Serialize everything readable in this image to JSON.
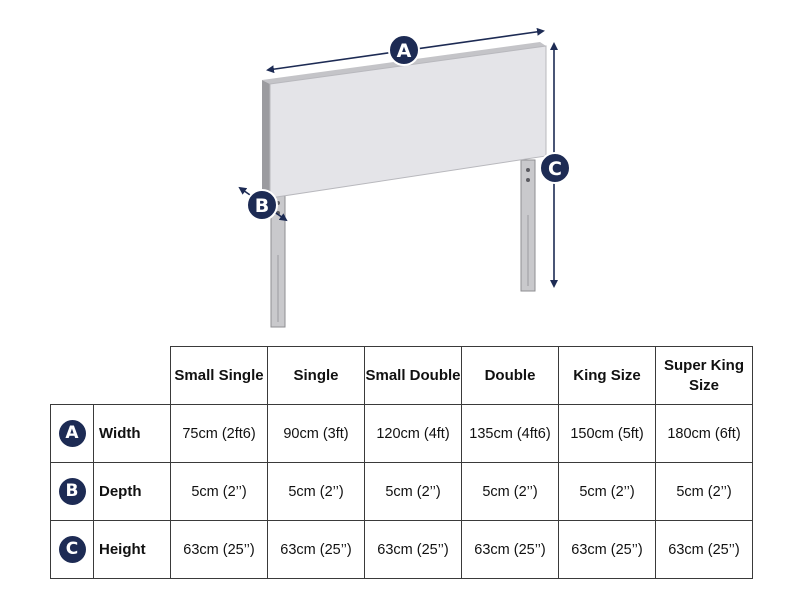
{
  "colors": {
    "accent": "#1d2b54",
    "panel_front": "#e4e4e8",
    "panel_side": "#9b9b9f",
    "leg": "#c9c9cc",
    "border": "#3a3a3a"
  },
  "diagram": {
    "markers": {
      "a": "A",
      "b": "B",
      "c": "C"
    }
  },
  "table": {
    "columns": [
      "Small Single",
      "Single",
      "Small Double",
      "Double",
      "King Size",
      "Super King Size"
    ],
    "rows": [
      {
        "letter": "A",
        "label": "Width",
        "values": [
          "75cm (2ft6)",
          "90cm (3ft)",
          "120cm (4ft)",
          "135cm (4ft6)",
          "150cm (5ft)",
          "180cm (6ft)"
        ]
      },
      {
        "letter": "B",
        "label": "Depth",
        "values": [
          "5cm (2’’)",
          "5cm (2’’)",
          "5cm (2’’)",
          "5cm (2’’)",
          "5cm (2’’)",
          "5cm (2’’)"
        ]
      },
      {
        "letter": "C",
        "label": "Height",
        "values": [
          "63cm (25’’)",
          "63cm (25’’)",
          "63cm (25’’)",
          "63cm (25’’)",
          "63cm (25’’)",
          "63cm (25’’)"
        ]
      }
    ]
  }
}
